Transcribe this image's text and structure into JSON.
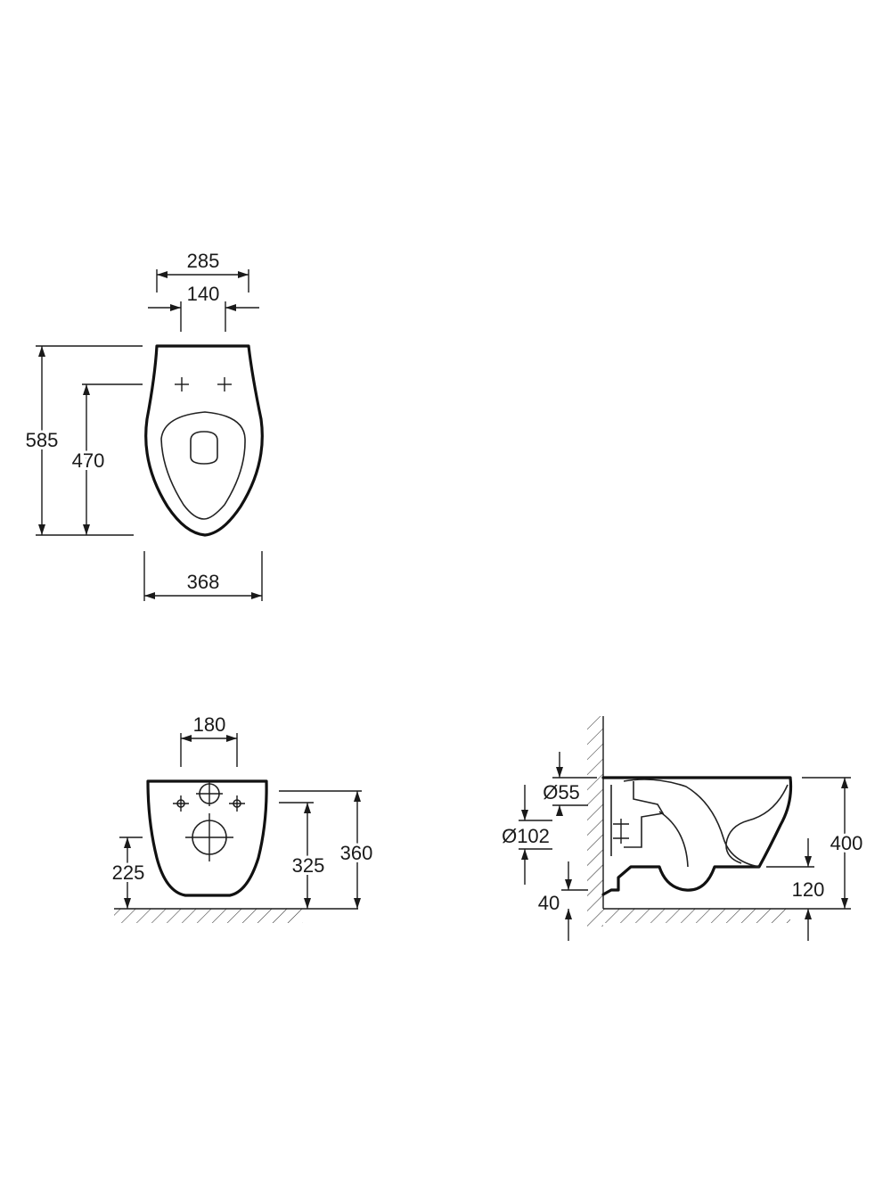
{
  "colors": {
    "line": "#1a1a1a",
    "background": "#ffffff"
  },
  "top_view": {
    "width_285": "285",
    "width_140": "140",
    "length_585": "585",
    "length_470": "470",
    "width_368": "368"
  },
  "front_view": {
    "spacing_180": "180",
    "height_225": "225",
    "height_325": "325",
    "height_360": "360"
  },
  "side_view": {
    "diameter_55": "Ø55",
    "diameter_102": "Ø102",
    "offset_40": "40",
    "height_400": "400",
    "height_120": "120"
  }
}
